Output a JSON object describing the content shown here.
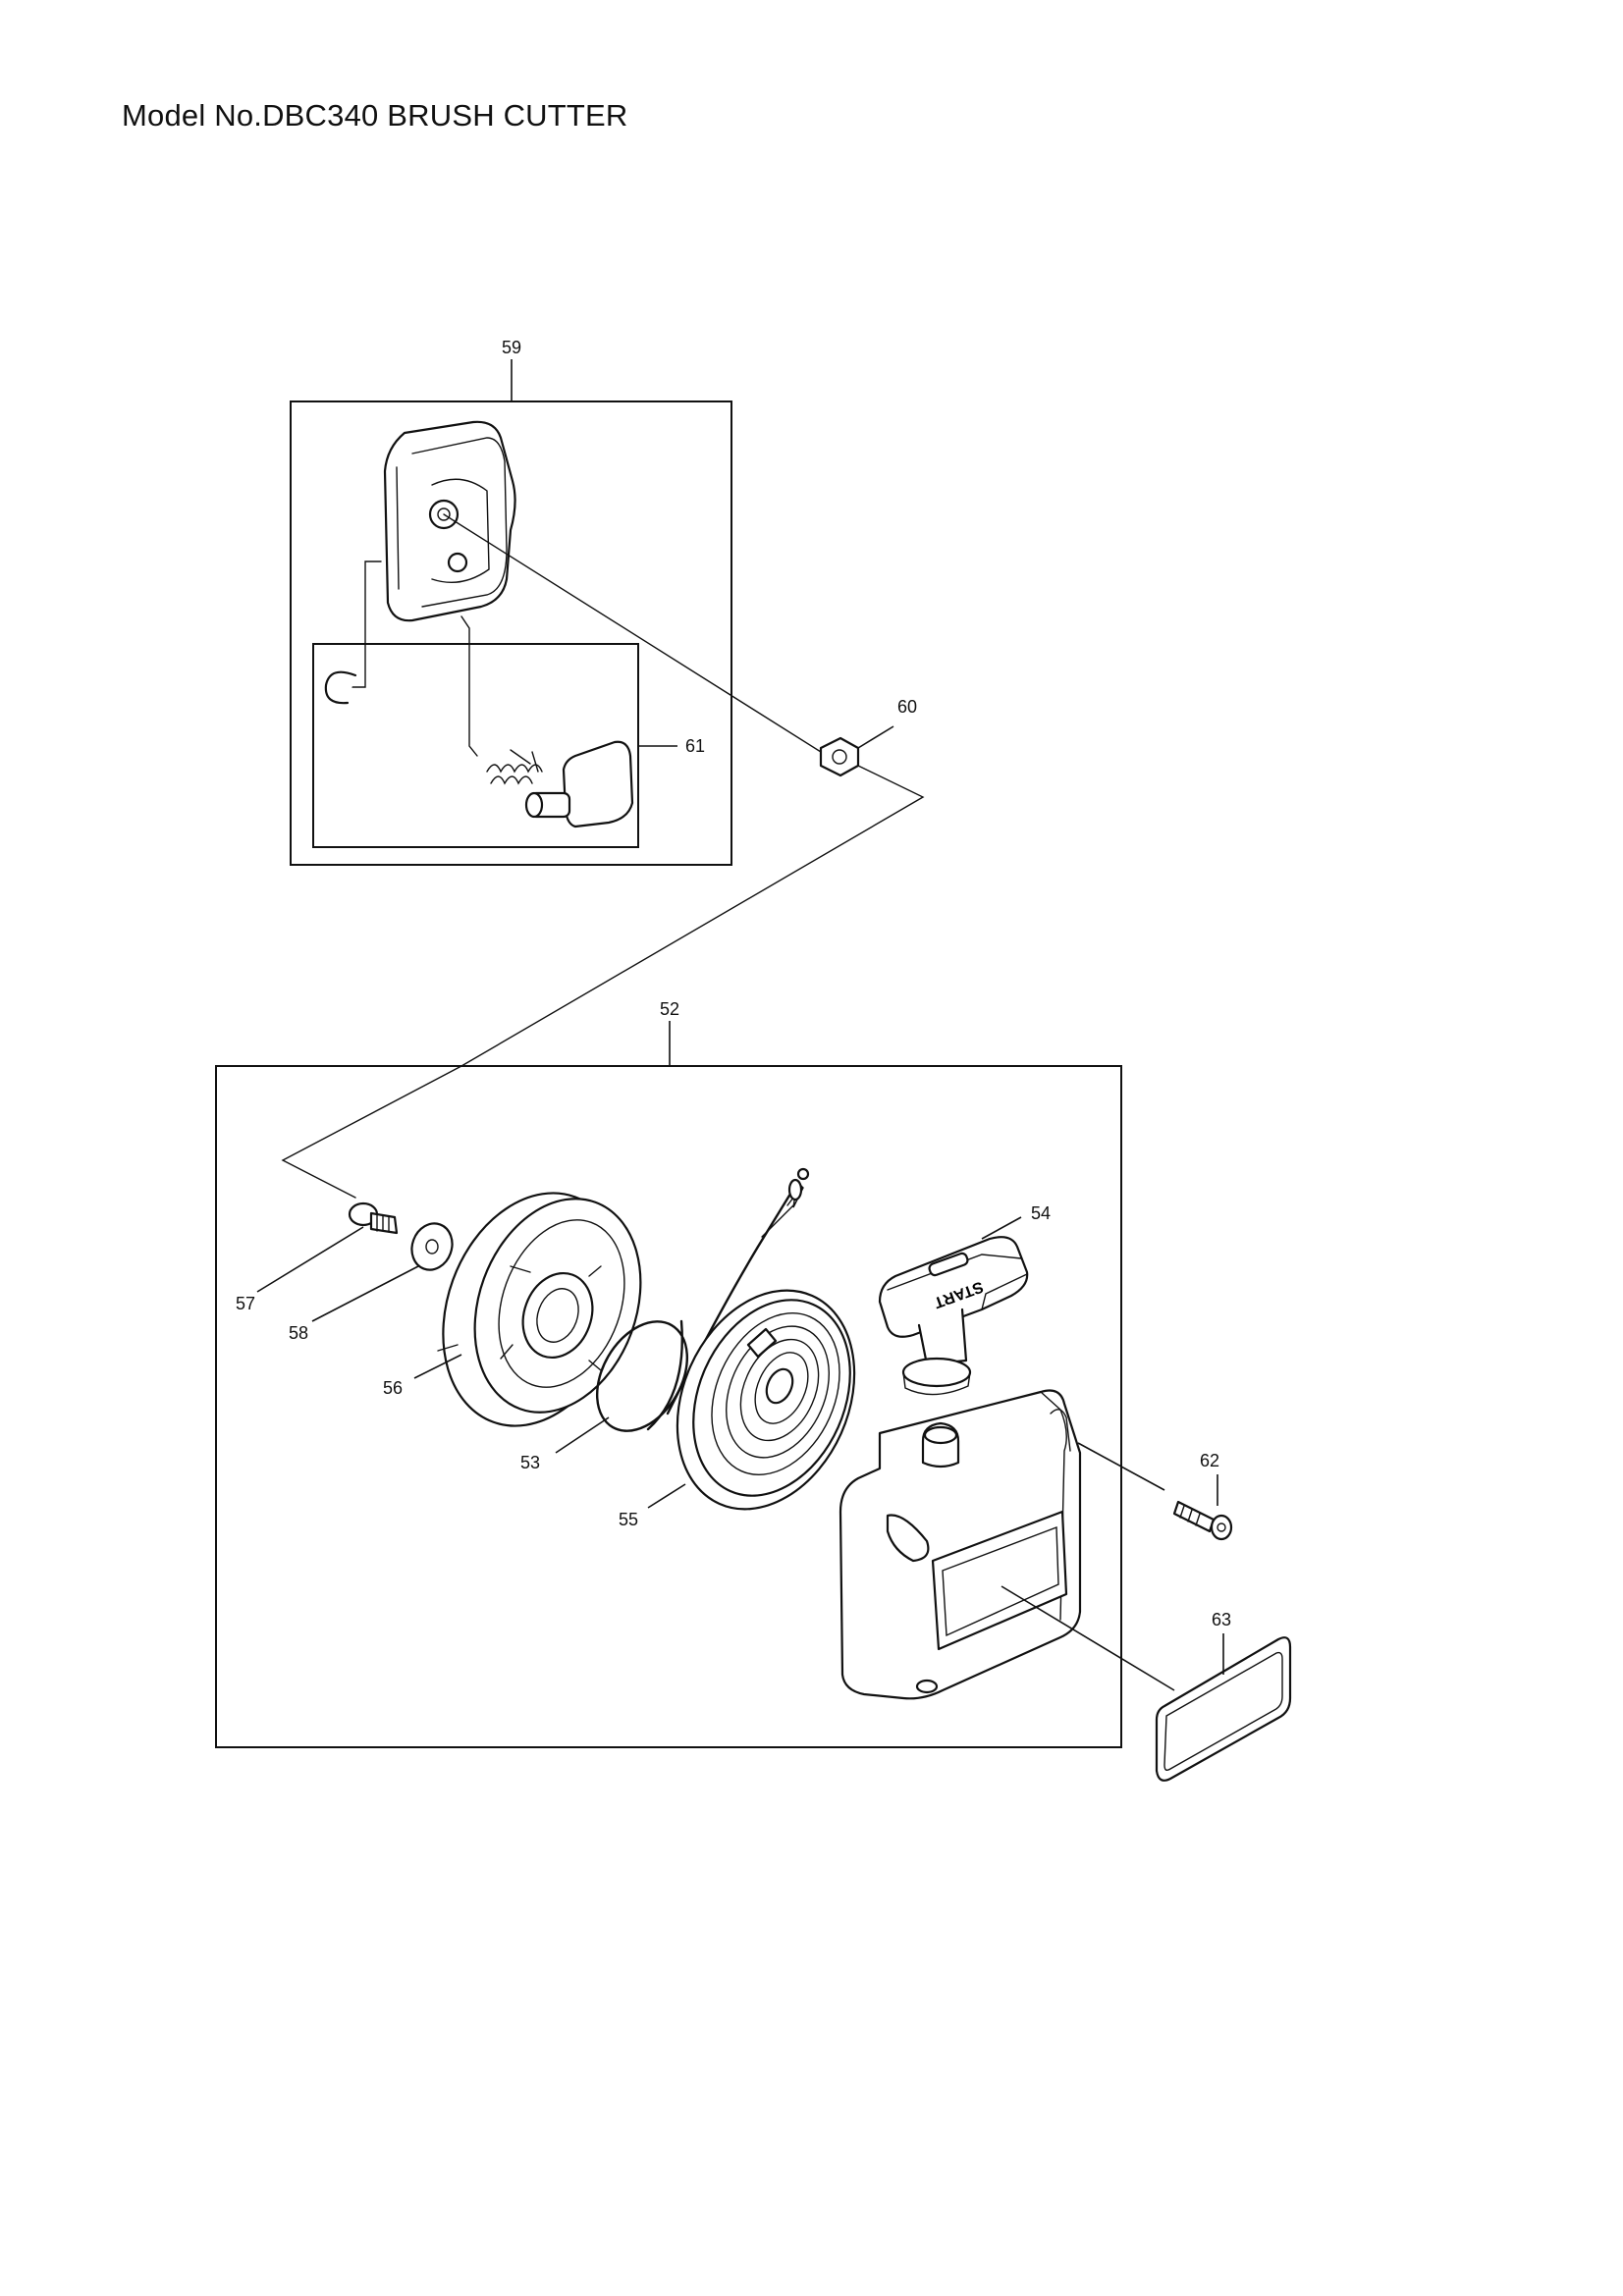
{
  "title": "Model No.DBC340 BRUSH CUTTER",
  "parts": {
    "p52": "52",
    "p53": "53",
    "p54": "54",
    "p55": "55",
    "p56": "56",
    "p57": "57",
    "p58": "58",
    "p59": "59",
    "p60": "60",
    "p61": "61",
    "p62": "62",
    "p63": "63"
  },
  "handle_text": "START"
}
